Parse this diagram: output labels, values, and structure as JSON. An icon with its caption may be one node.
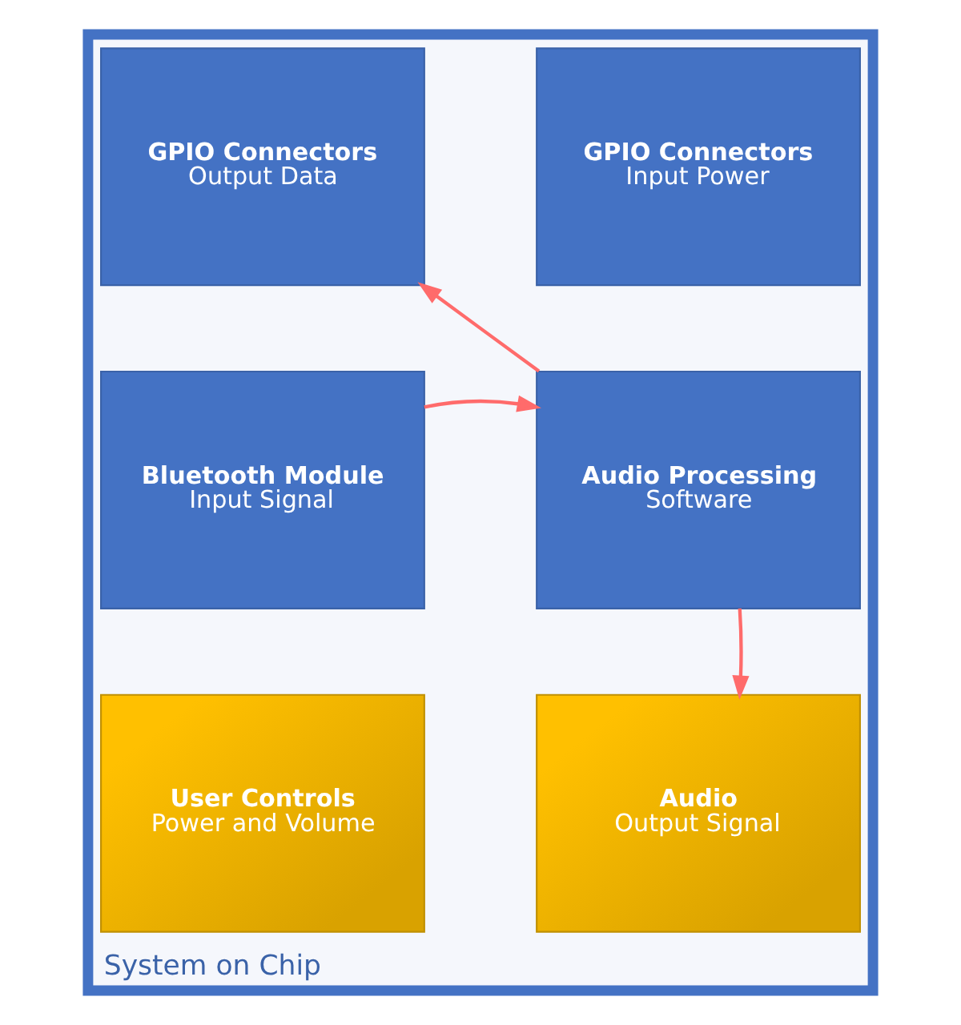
{
  "diagram": {
    "nodes": [
      {
        "text": [
          "System on Chip"
        ]
      },
      {
        "text": [
          "GPIO Connectors",
          "Output Data"
        ],
        "in": 0
      },
      {
        "text": [
          "GPIO Connectors",
          "Input Power"
        ],
        "in": 0
      },
      {
        "text": [
          "Bluetooth Module",
          "Input Signal"
        ],
        "in": 0
      },
      {
        "text": [
          "Audio Processing",
          "Software"
        ],
        "in": 0
      },
      {
        "text": [
          "User Controls",
          "Power and Volume"
        ],
        "in": 0
      },
      {
        "text": [
          "Audio",
          "Output Signal"
        ],
        "in": 0
      }
    ],
    "edges": [
      {
        "from": 4,
        "to": 1,
        "arrow": "to"
      },
      {
        "from": 3,
        "to": 4,
        "arrow": "to"
      },
      {
        "from": 4,
        "to": 6,
        "arrow": "to"
      }
    ]
  }
}
